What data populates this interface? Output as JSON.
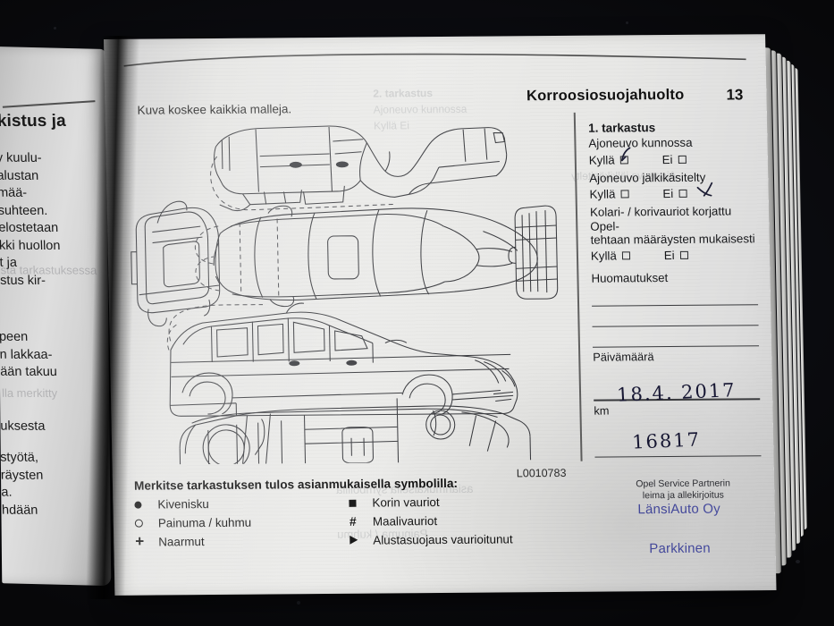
{
  "document": {
    "kind": "opel-service-book-page",
    "caption": "Kuva koskee kaikkia malleja.",
    "header_title": "Korroosiosuojahuolto",
    "page_number": "13",
    "drawing_id": "L0010783"
  },
  "left_page": {
    "heading": "kistus ja",
    "block_1": "y kuulu-\nalustan\nmää-\nsuhteen.\nelostetaan\nkki huollon\nt ja\nstus kir-",
    "block_2": "peen\nn lakkaa-\nään takuu",
    "block_3": "uksesta",
    "block_4": "styötä,\nräysten\na.\nhdään",
    "ghost_1": "sta tarkastuksessa",
    "ghost_2": "lla merkitty"
  },
  "form": {
    "title": "1. tarkastus",
    "questions": [
      {
        "text": "Ajoneuvo kunnossa",
        "yes_label": "Kyllä",
        "no_label": "Ei",
        "checked": "yes"
      },
      {
        "text": "Ajoneuvo jälkikäsitelty",
        "yes_label": "Kyllä",
        "no_label": "Ei",
        "checked": "no"
      },
      {
        "text": "Kolari- / korivauriot korjattu Opel-\ntehtaan määräysten mukaisesti",
        "yes_label": "Kyllä",
        "no_label": "Ei",
        "checked": "none"
      }
    ],
    "notes_label": "Huomautukset",
    "date_label": "Päivämäärä",
    "date_value": "18.4. 2017",
    "km_label": "km",
    "km_value": "16817",
    "stamp_note": "Opel Service Partnerin\nleima ja allekirjoitus",
    "stamp_line_1": "LänsiAuto Oy",
    "stamp_line_2": "Parkkinen",
    "stamp_color": "#4a4fa8"
  },
  "legend": {
    "title": "Merkitse tarkastuksen tulos asianmukaisella symbolilla:",
    "left_column": [
      {
        "symbol": "filled-dot",
        "label": "Kivenisku"
      },
      {
        "symbol": "open-circle",
        "label": "Painuma / kuhmu"
      },
      {
        "symbol": "plus",
        "label": "Naarmut"
      }
    ],
    "right_column": [
      {
        "symbol": "filled-square",
        "label": "Korin vauriot"
      },
      {
        "symbol": "hash",
        "label": "Maalivauriot"
      },
      {
        "symbol": "triangle",
        "label": "Alustasuojaus vaurioitunut"
      }
    ]
  },
  "diagram": {
    "description": "Technical line drawings of a station wagon: underbody view, front view, top view, rear view, side profile and chassis plan.",
    "views": [
      "underbody",
      "front",
      "top",
      "rear",
      "side",
      "chassis-plan"
    ],
    "line_color": "#3b3c40"
  },
  "colors": {
    "backdrop": "#0a0b0f",
    "paper": "#e8e8e6",
    "ink": "#141414",
    "rule": "#3a3b3e",
    "stamp": "#4a4fa8",
    "handwriting": "#171734"
  }
}
